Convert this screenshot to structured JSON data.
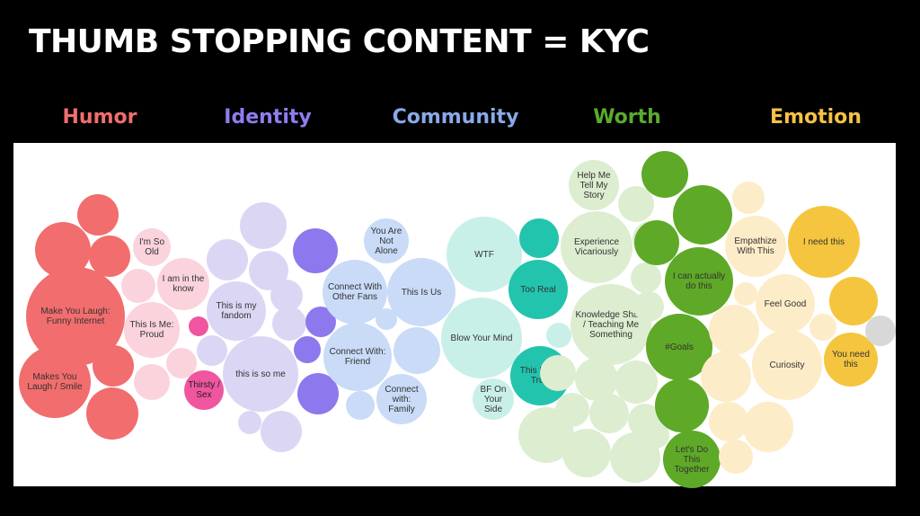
{
  "slide": {
    "title": "THUMB STOPPING CONTENT = KYC"
  },
  "categories": [
    {
      "label": "Humor",
      "color": "#f26d6d"
    },
    {
      "label": "Identity",
      "color": "#8f7cf0"
    },
    {
      "label": "Community",
      "color": "#8aa9e8"
    },
    {
      "label": "Worth",
      "color": "#5aab2e"
    },
    {
      "label": "Emotion",
      "color": "#f5c146"
    }
  ],
  "colors": {
    "humor_dark": "#f26d6d",
    "humor_light": "#fad3dc",
    "humor_accent": "#f0559f",
    "identity_light": "#dcd6f5",
    "identity_dark": "#8d78ee",
    "community_light": "#c9dbf7",
    "community_teal_light": "#c9f0e8",
    "community_teal": "#22c4ad",
    "worth_light": "#dcedd0",
    "worth_dark": "#5ea927",
    "emotion_light": "#fdecc8",
    "emotion_dark": "#f5c53f",
    "grey": "#d8d8d8"
  },
  "bubbles": {
    "make_you_laugh_funny_internet": "Make You Laugh: Funny Internet",
    "makes_you_laugh_smile": "Makes You Laugh / Smile",
    "im_so_old": "I'm So Old",
    "i_am_in_the_know": "I am in the know",
    "this_is_me_proud": "This Is Me: Proud",
    "thirsty_sex": "Thirsty / Sex",
    "this_is_my_fandom": "This is my fandom",
    "this_is_so_me": "this is so me",
    "you_are_not_alone": "You Are Not Alone",
    "connect_with_other_fans": "Connect With Other Fans",
    "this_is_us": "This Is Us",
    "connect_with_friend": "Connect With: Friend",
    "connect_with_family": "Connect with: Family",
    "wtf": "WTF",
    "blow_your_mind": "Blow Your Mind",
    "too_real": "Too Real",
    "this_is_so_true": "This Is So True",
    "bf_on_your_side": "BF On Your Side",
    "help_me_tell_my_story": "Help Me Tell My Story",
    "experience_vicariously": "Experience Vicariously",
    "knowledge_share": "Knowledge Share / Teaching Me Something",
    "goals": "#Goals",
    "i_can_actually_do_this": "I can actually do this",
    "lets_do_this_together": "Let's Do This Together",
    "empathize_with_this": "Empathize With This",
    "i_need_this": "I need this",
    "feel_good": "Feel Good",
    "curiosity": "Curiosity",
    "you_need_this": "You need this"
  }
}
